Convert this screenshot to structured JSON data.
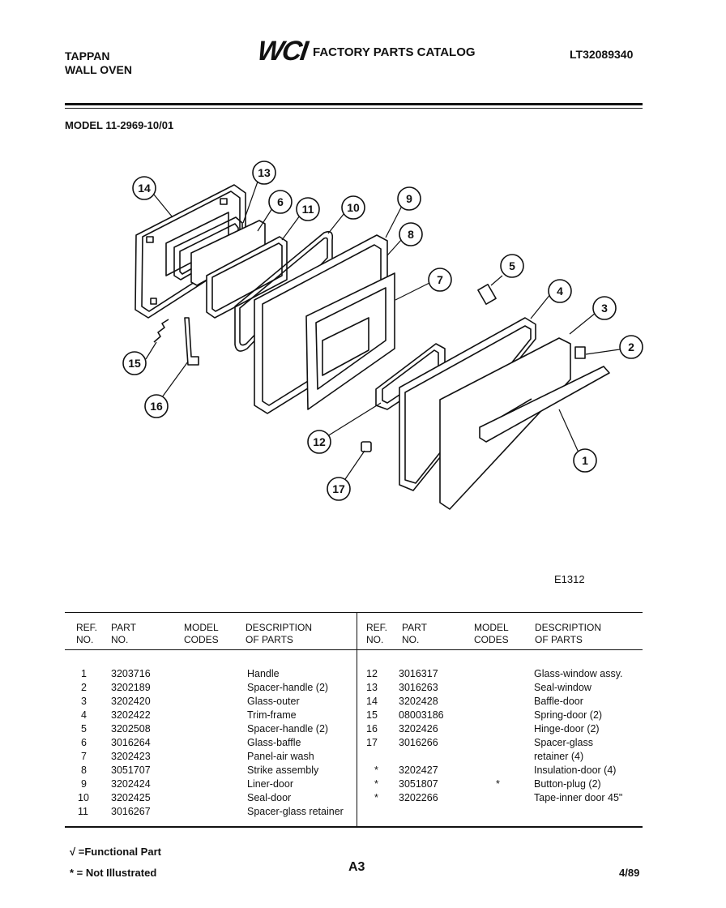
{
  "header": {
    "brand_line1": "TAPPAN",
    "brand_line2": "WALL OVEN",
    "logo_text": "WCI",
    "catalog_title": "FACTORY PARTS CATALOG",
    "doc_number": "LT32089340",
    "model_label": "MODEL 11-2969-10/01"
  },
  "diagram": {
    "figure_code": "E1312",
    "callouts": [
      "1",
      "2",
      "3",
      "4",
      "5",
      "6",
      "7",
      "8",
      "9",
      "10",
      "11",
      "12",
      "13",
      "14",
      "15",
      "16",
      "17"
    ]
  },
  "table": {
    "headers": {
      "ref": [
        "REF.",
        "NO."
      ],
      "part": [
        "PART",
        "NO."
      ],
      "model": [
        "MODEL",
        "CODES"
      ],
      "desc": [
        "DESCRIPTION",
        "OF PARTS"
      ]
    },
    "left_rows": [
      {
        "ref": "1",
        "part": "3203716",
        "model": "",
        "desc": "Handle"
      },
      {
        "ref": "2",
        "part": "3202189",
        "model": "",
        "desc": "Spacer-handle (2)"
      },
      {
        "ref": "3",
        "part": "3202420",
        "model": "",
        "desc": "Glass-outer"
      },
      {
        "ref": "4",
        "part": "3202422",
        "model": "",
        "desc": "Trim-frame"
      },
      {
        "ref": "5",
        "part": "3202508",
        "model": "",
        "desc": "Spacer-handle (2)"
      },
      {
        "ref": "6",
        "part": "3016264",
        "model": "",
        "desc": "Glass-baffle"
      },
      {
        "ref": "7",
        "part": "3202423",
        "model": "",
        "desc": "Panel-air wash"
      },
      {
        "ref": "8",
        "part": "3051707",
        "model": "",
        "desc": "Strike assembly"
      },
      {
        "ref": "9",
        "part": "3202424",
        "model": "",
        "desc": "Liner-door"
      },
      {
        "ref": "10",
        "part": "3202425",
        "model": "",
        "desc": "Seal-door"
      },
      {
        "ref": "11",
        "part": "3016267",
        "model": "",
        "desc": "Spacer-glass retainer"
      }
    ],
    "right_rows": [
      {
        "ref": "12",
        "part": "3016317",
        "model": "",
        "desc": "Glass-window assy."
      },
      {
        "ref": "13",
        "part": "3016263",
        "model": "",
        "desc": "Seal-window"
      },
      {
        "ref": "14",
        "part": "3202428",
        "model": "",
        "desc": "Baffle-door"
      },
      {
        "ref": "15",
        "part": "08003186",
        "model": "",
        "desc": "Spring-door (2)"
      },
      {
        "ref": "16",
        "part": "3202426",
        "model": "",
        "desc": "Hinge-door (2)"
      },
      {
        "ref": "17",
        "part": "3016266",
        "model": "",
        "desc": "Spacer-glass"
      },
      {
        "ref": "",
        "part": "",
        "model": "",
        "desc": "retainer (4)"
      },
      {
        "ref": "*",
        "part": "3202427",
        "model": "",
        "desc": "Insulation-door (4)"
      },
      {
        "ref": "*",
        "part": "3051807",
        "model": "*",
        "desc": "Button-plug (2)"
      },
      {
        "ref": "*",
        "part": "3202266",
        "model": "",
        "desc": "Tape-inner door 45\""
      }
    ]
  },
  "footer": {
    "legend_functional": "√ =Functional Part",
    "legend_not_illustrated": "* = Not Illustrated",
    "page": "A3",
    "date": "4/89"
  }
}
